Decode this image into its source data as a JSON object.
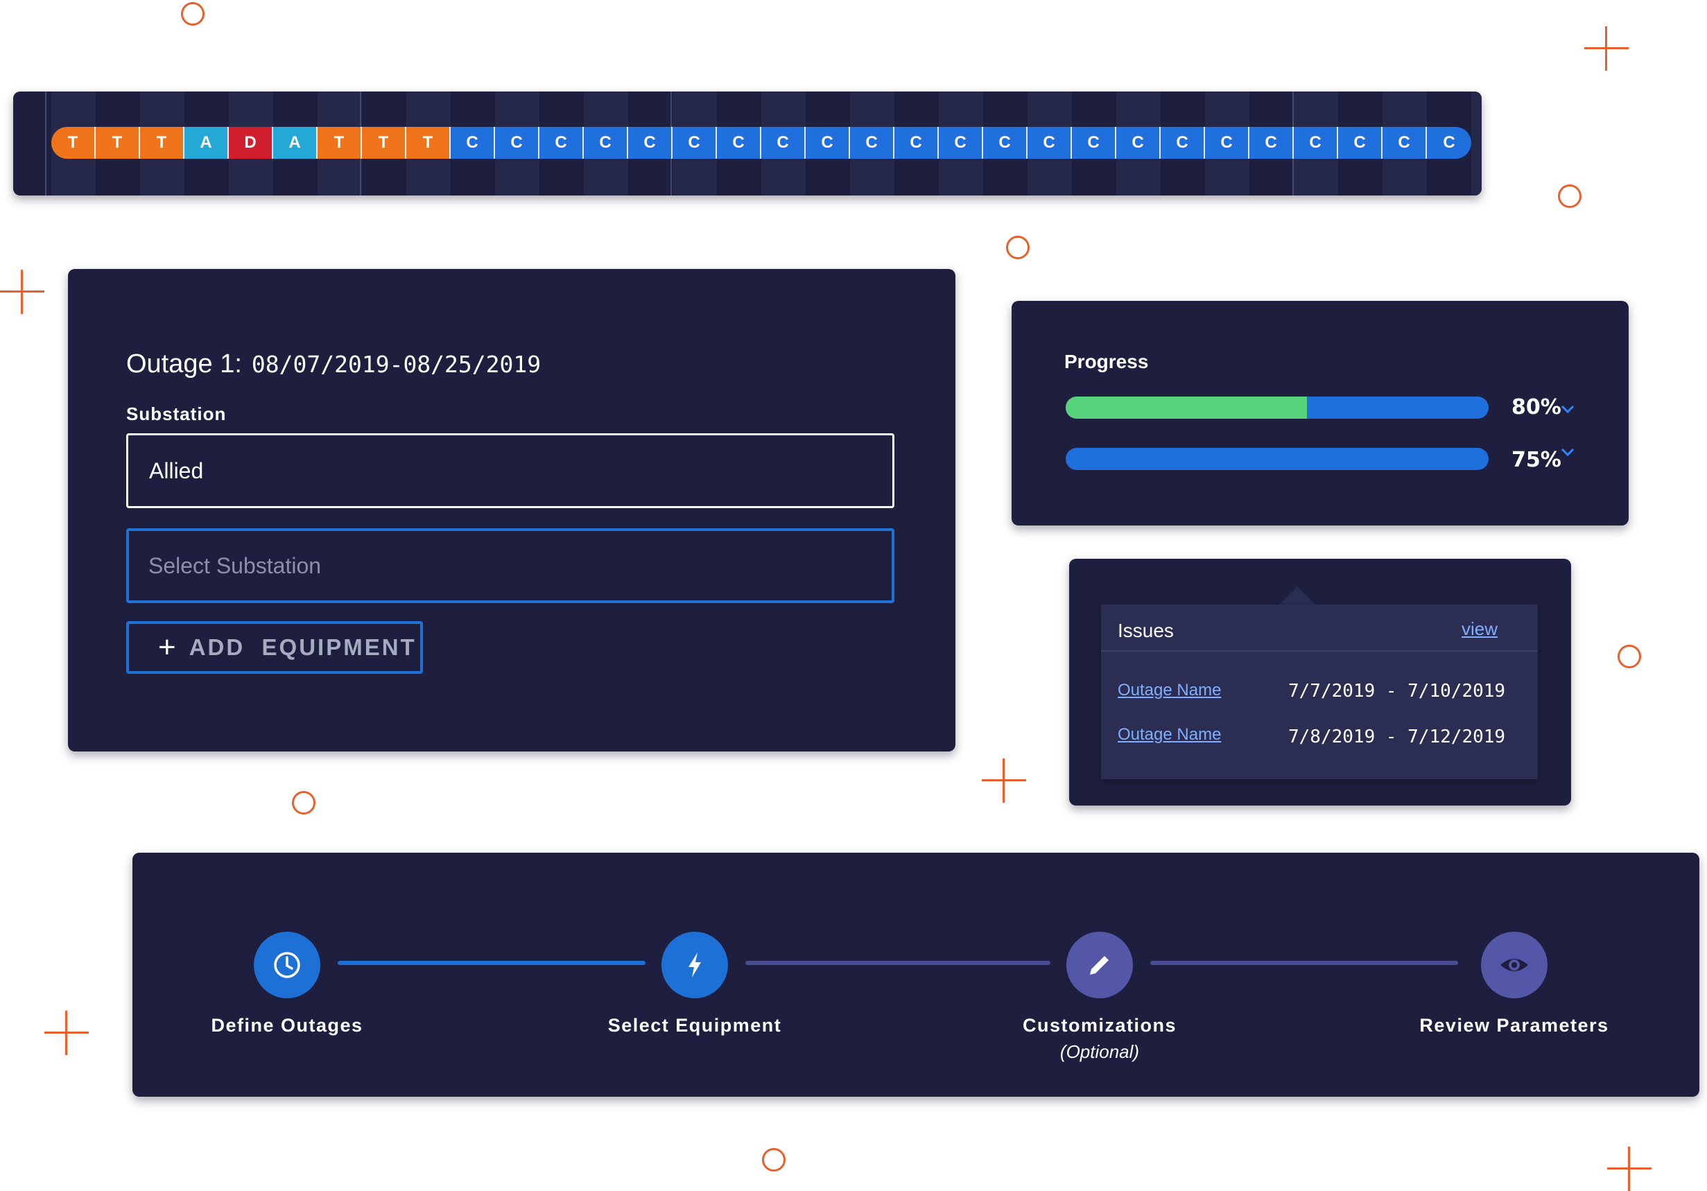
{
  "colors": {
    "panel_bg": "#1e1f3f",
    "accent_orange": "#ef7419",
    "accent_blue": "#1f6fdc",
    "accent_teal": "#24a8d8",
    "accent_red": "#d21f2e",
    "progress_green": "#56d37a",
    "step_active": "#1c70d6",
    "step_inactive": "#5457a8",
    "decor_orange": "#e8602c"
  },
  "sequence": [
    {
      "letter": "T",
      "color": "#ef7419"
    },
    {
      "letter": "T",
      "color": "#ef7419"
    },
    {
      "letter": "T",
      "color": "#ef7419"
    },
    {
      "letter": "A",
      "color": "#24a8d8"
    },
    {
      "letter": "D",
      "color": "#d21f2e"
    },
    {
      "letter": "A",
      "color": "#24a8d8"
    },
    {
      "letter": "T",
      "color": "#ef7419"
    },
    {
      "letter": "T",
      "color": "#ef7419"
    },
    {
      "letter": "T",
      "color": "#ef7419"
    },
    {
      "letter": "C",
      "color": "#1f6fdc"
    },
    {
      "letter": "C",
      "color": "#1f6fdc"
    },
    {
      "letter": "C",
      "color": "#1f6fdc"
    },
    {
      "letter": "C",
      "color": "#1f6fdc"
    },
    {
      "letter": "C",
      "color": "#1f6fdc"
    },
    {
      "letter": "C",
      "color": "#1f6fdc"
    },
    {
      "letter": "C",
      "color": "#1f6fdc"
    },
    {
      "letter": "C",
      "color": "#1f6fdc"
    },
    {
      "letter": "C",
      "color": "#1f6fdc"
    },
    {
      "letter": "C",
      "color": "#1f6fdc"
    },
    {
      "letter": "C",
      "color": "#1f6fdc"
    },
    {
      "letter": "C",
      "color": "#1f6fdc"
    },
    {
      "letter": "C",
      "color": "#1f6fdc"
    },
    {
      "letter": "C",
      "color": "#1f6fdc"
    },
    {
      "letter": "C",
      "color": "#1f6fdc"
    },
    {
      "letter": "C",
      "color": "#1f6fdc"
    },
    {
      "letter": "C",
      "color": "#1f6fdc"
    },
    {
      "letter": "C",
      "color": "#1f6fdc"
    },
    {
      "letter": "C",
      "color": "#1f6fdc"
    },
    {
      "letter": "C",
      "color": "#1f6fdc"
    },
    {
      "letter": "C",
      "color": "#1f6fdc"
    },
    {
      "letter": "C",
      "color": "#1f6fdc"
    },
    {
      "letter": "C",
      "color": "#1f6fdc"
    }
  ],
  "outage": {
    "title": "Outage 1:",
    "date_range": "08/07/2019-08/25/2019",
    "substation_label": "Substation",
    "substation_value": "Allied",
    "select_placeholder": "Select Substation",
    "add_button_label": "ADD  EQUIPMENT"
  },
  "progress": {
    "title": "Progress",
    "bars": [
      {
        "label": "80%",
        "fill_fraction": 0.57
      },
      {
        "label": "75%",
        "fill_fraction": 0.0
      }
    ]
  },
  "issues": {
    "title": "Issues",
    "view_label": "view",
    "rows": [
      {
        "name": "Outage Name",
        "dates": "7/7/2019 - 7/10/2019"
      },
      {
        "name": "Outage Name",
        "dates": "7/8/2019 - 7/12/2019"
      }
    ]
  },
  "stepper": {
    "steps": [
      {
        "label": "Define Outages",
        "icon": "clock-icon",
        "state": "active",
        "sublabel": ""
      },
      {
        "label": "Select Equipment",
        "icon": "lightning-icon",
        "state": "active",
        "sublabel": ""
      },
      {
        "label": "Customizations",
        "icon": "pencil-icon",
        "state": "inactive",
        "sublabel": "(Optional)"
      },
      {
        "label": "Review Parameters",
        "icon": "eye-icon",
        "state": "inactive",
        "sublabel": ""
      }
    ]
  }
}
